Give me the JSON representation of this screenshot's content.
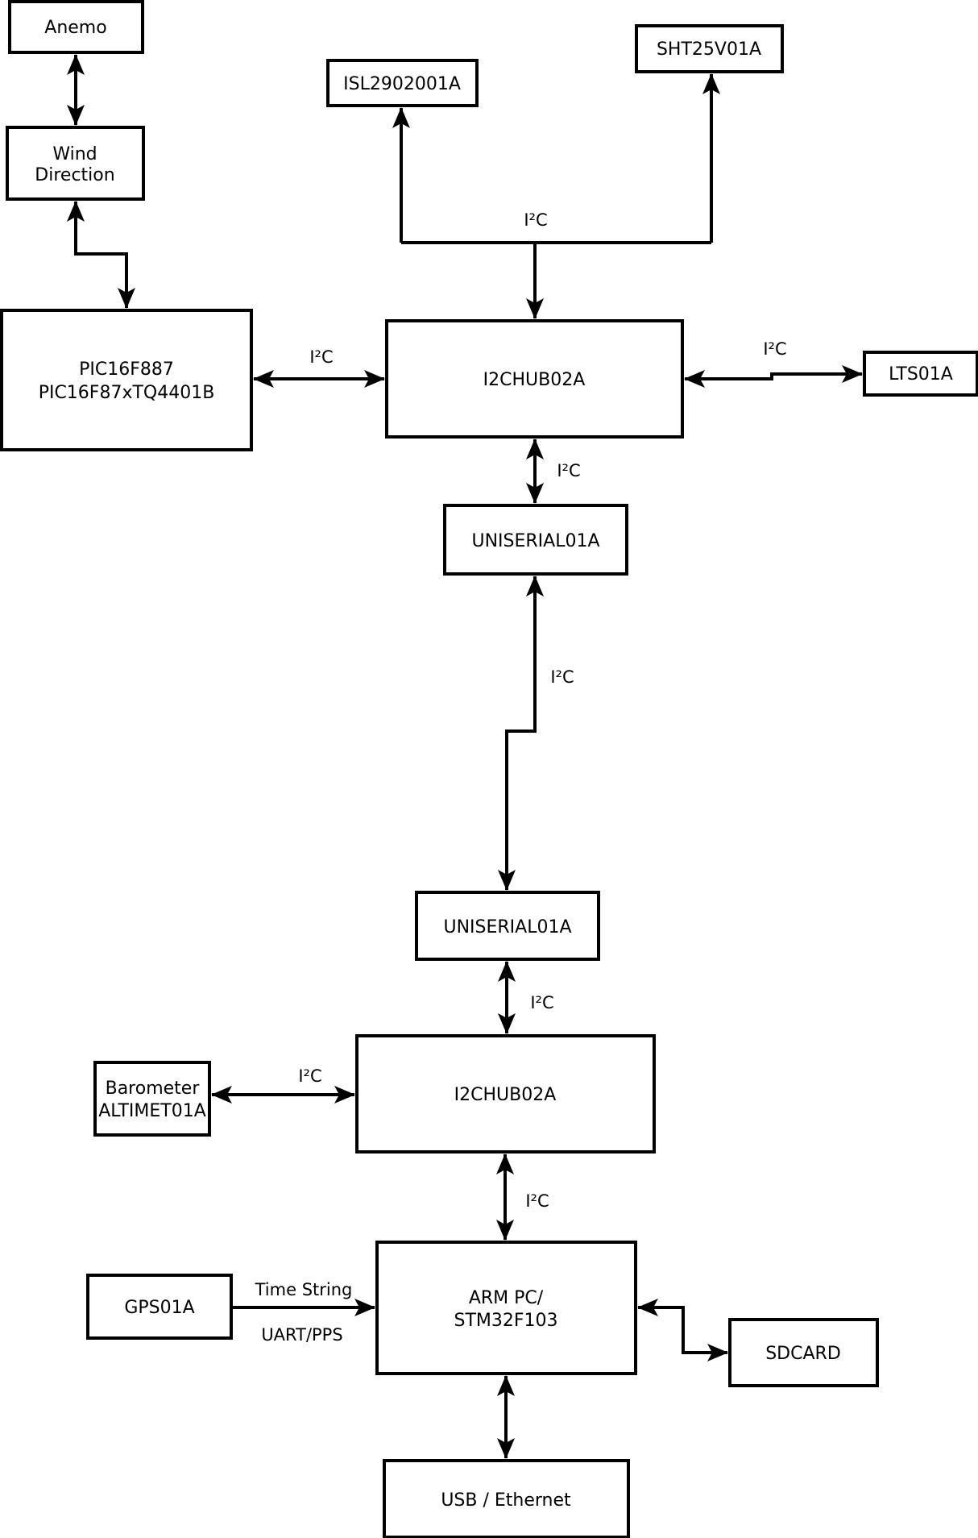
{
  "diagram": {
    "background_color": "#ffffff",
    "line_color": "#000000",
    "nodes": {
      "anemo": {
        "label": "Anemo"
      },
      "wind_direction": {
        "line1": "Wind",
        "line2": "Direction"
      },
      "pic": {
        "line1": "PIC16F887",
        "line2": "PIC16F87xTQ4401B"
      },
      "isl": {
        "label": "ISL2902001A"
      },
      "sht": {
        "label": "SHT25V01A"
      },
      "hub1": {
        "label": "I2CHUB02A"
      },
      "lts": {
        "label": "LTS01A"
      },
      "uniserial_top": {
        "label": "UNISERIAL01A"
      },
      "uniserial_bottom": {
        "label": "UNISERIAL01A"
      },
      "hub2": {
        "label": "I2CHUB02A"
      },
      "barometer": {
        "line1": "Barometer",
        "line2": "ALTIMET01A"
      },
      "gps": {
        "label": "GPS01A"
      },
      "arm": {
        "line1": "ARM PC/",
        "line2": "STM32F103"
      },
      "sdcard": {
        "label": "SDCARD"
      },
      "usb": {
        "label": "USB / Ethernet"
      }
    },
    "edge_labels": {
      "sensor_bus_i2c": "I²C",
      "pic_hub1_i2c": "I²C",
      "hub1_lts_i2c": "I²C",
      "hub1_uniserial_i2c": "I²C",
      "uniserial_link_i2c": "I²C",
      "uniserial_hub2_i2c": "I²C",
      "barometer_hub2_i2c": "I²C",
      "hub2_arm_i2c": "I²C",
      "gps_time_string": "Time String",
      "gps_uart_pps": "UART/PPS"
    }
  }
}
